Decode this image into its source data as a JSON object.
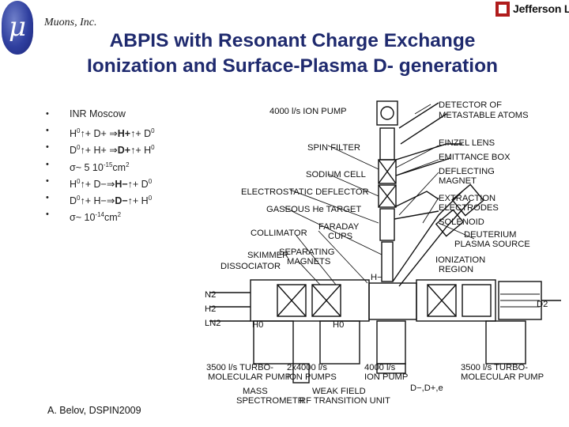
{
  "header": {
    "logo_symbol": "μ",
    "company": "Muons, Inc.",
    "lab_logo_text": "Jefferson Lab",
    "title_line1": "ABPIS with Resonant Charge Exchange",
    "title_line2": "Ionization and Surface-Plasma D- generation"
  },
  "bullets": [
    {
      "parts": [
        "INR Moscow"
      ]
    },
    {
      "parts": [
        "H",
        "0",
        "↑+ D+ ⇒",
        "H+",
        "↑+ D",
        "0"
      ]
    },
    {
      "parts": [
        "D",
        "0",
        "↑+ H+ ⇒",
        "D+",
        "↑+ H",
        "0"
      ]
    },
    {
      "parts": [
        "σ~ 5 10",
        "-15",
        "cm",
        "2"
      ]
    },
    {
      "parts": [
        "H",
        "0",
        "↑+ D−⇒",
        "H−",
        "↑+ D",
        "0"
      ]
    },
    {
      "parts": [
        "D",
        "0",
        "↑+ H−⇒",
        "D−",
        "↑+ H",
        "0"
      ]
    },
    {
      "parts": [
        "σ~ 10",
        "-14",
        "cm",
        "2"
      ]
    }
  ],
  "credit": "A. Belov, DSPIN2009",
  "diagram": {
    "labels": {
      "ion_pump": "4000 l/s ION PUMP",
      "detector": "DETECTOR OF",
      "detector2": "METASTABLE ATOMS",
      "spin_filter": "SPIN FILTER",
      "einzel": "EINZEL LENS",
      "emittance": "EMITTANCE BOX",
      "deflecting": "DEFLECTING",
      "deflecting2": "MAGNET",
      "sodium": "SODIUM CELL",
      "electrostatic": "ELECTROSTATIC DEFLECTOR",
      "extraction": "EXTRACTION",
      "extraction2": "ELECTRODES",
      "gaseous": "GASEOUS He TARGET",
      "solenoid": "SOLENOID",
      "faraday": "FARADAY",
      "faraday2": "CUPS",
      "collimator": "COLLIMATOR",
      "deuterium": "DEUTERIUM",
      "deuterium2": "PLASMA SOURCE",
      "skimmer": "SKIMMER",
      "separating": "SEPARATING",
      "separating2": "MAGNETS",
      "ionization": "IONIZATION",
      "ionization2": "REGION",
      "dissociator": "DISSOCIATOR",
      "n2": "N2",
      "h2": "H2",
      "ln2": "LN2",
      "d2": "D2",
      "h_minus": "H−",
      "h0_a": "H0",
      "h0_b": "H0",
      "turbo_left": "3500 l/s TURBO-",
      "turbo_left2": "MOLECULAR PUMP",
      "ion_pumps": "2x4000 l/s",
      "ion_pumps2": "ION PUMPS",
      "ion_pump_bottom": "4000 l/s",
      "ion_pump_bottom2": "ION PUMP",
      "turbo_right": "3500 l/s TURBO-",
      "turbo_right2": "MOLECULAR PUMP",
      "mass": "MASS",
      "mass2": "SPECTROMETR",
      "weak": "WEAK FIELD",
      "weak2": "RF TRANSITION UNIT",
      "d_out": "D−,D+,e"
    }
  }
}
